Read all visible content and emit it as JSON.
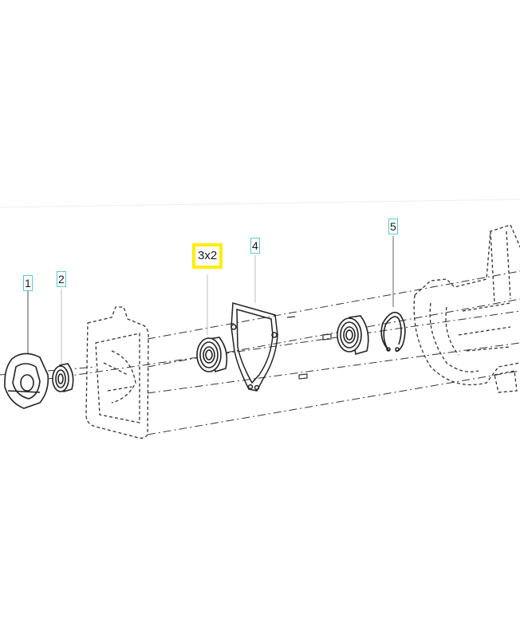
{
  "diagram": {
    "type": "exploded-parts-view",
    "description": "Gearbox shaft assembly exploded view",
    "colors": {
      "background": "#ffffff",
      "line": "#222222",
      "callout_border": "#5cc8d2",
      "highlight_border": "#ffee00",
      "leader": "#999999"
    },
    "callouts": [
      {
        "id": "1",
        "label": "1",
        "part": "housing cover",
        "highlighted": false
      },
      {
        "id": "2",
        "label": "2",
        "part": "oil seal",
        "highlighted": false
      },
      {
        "id": "3",
        "label": "3x2",
        "part": "ball bearing (qty 2)",
        "highlighted": true
      },
      {
        "id": "4",
        "label": "4",
        "part": "gasket",
        "highlighted": false
      },
      {
        "id": "5",
        "label": "5",
        "part": "circlip / retaining ring",
        "highlighted": false
      }
    ]
  }
}
